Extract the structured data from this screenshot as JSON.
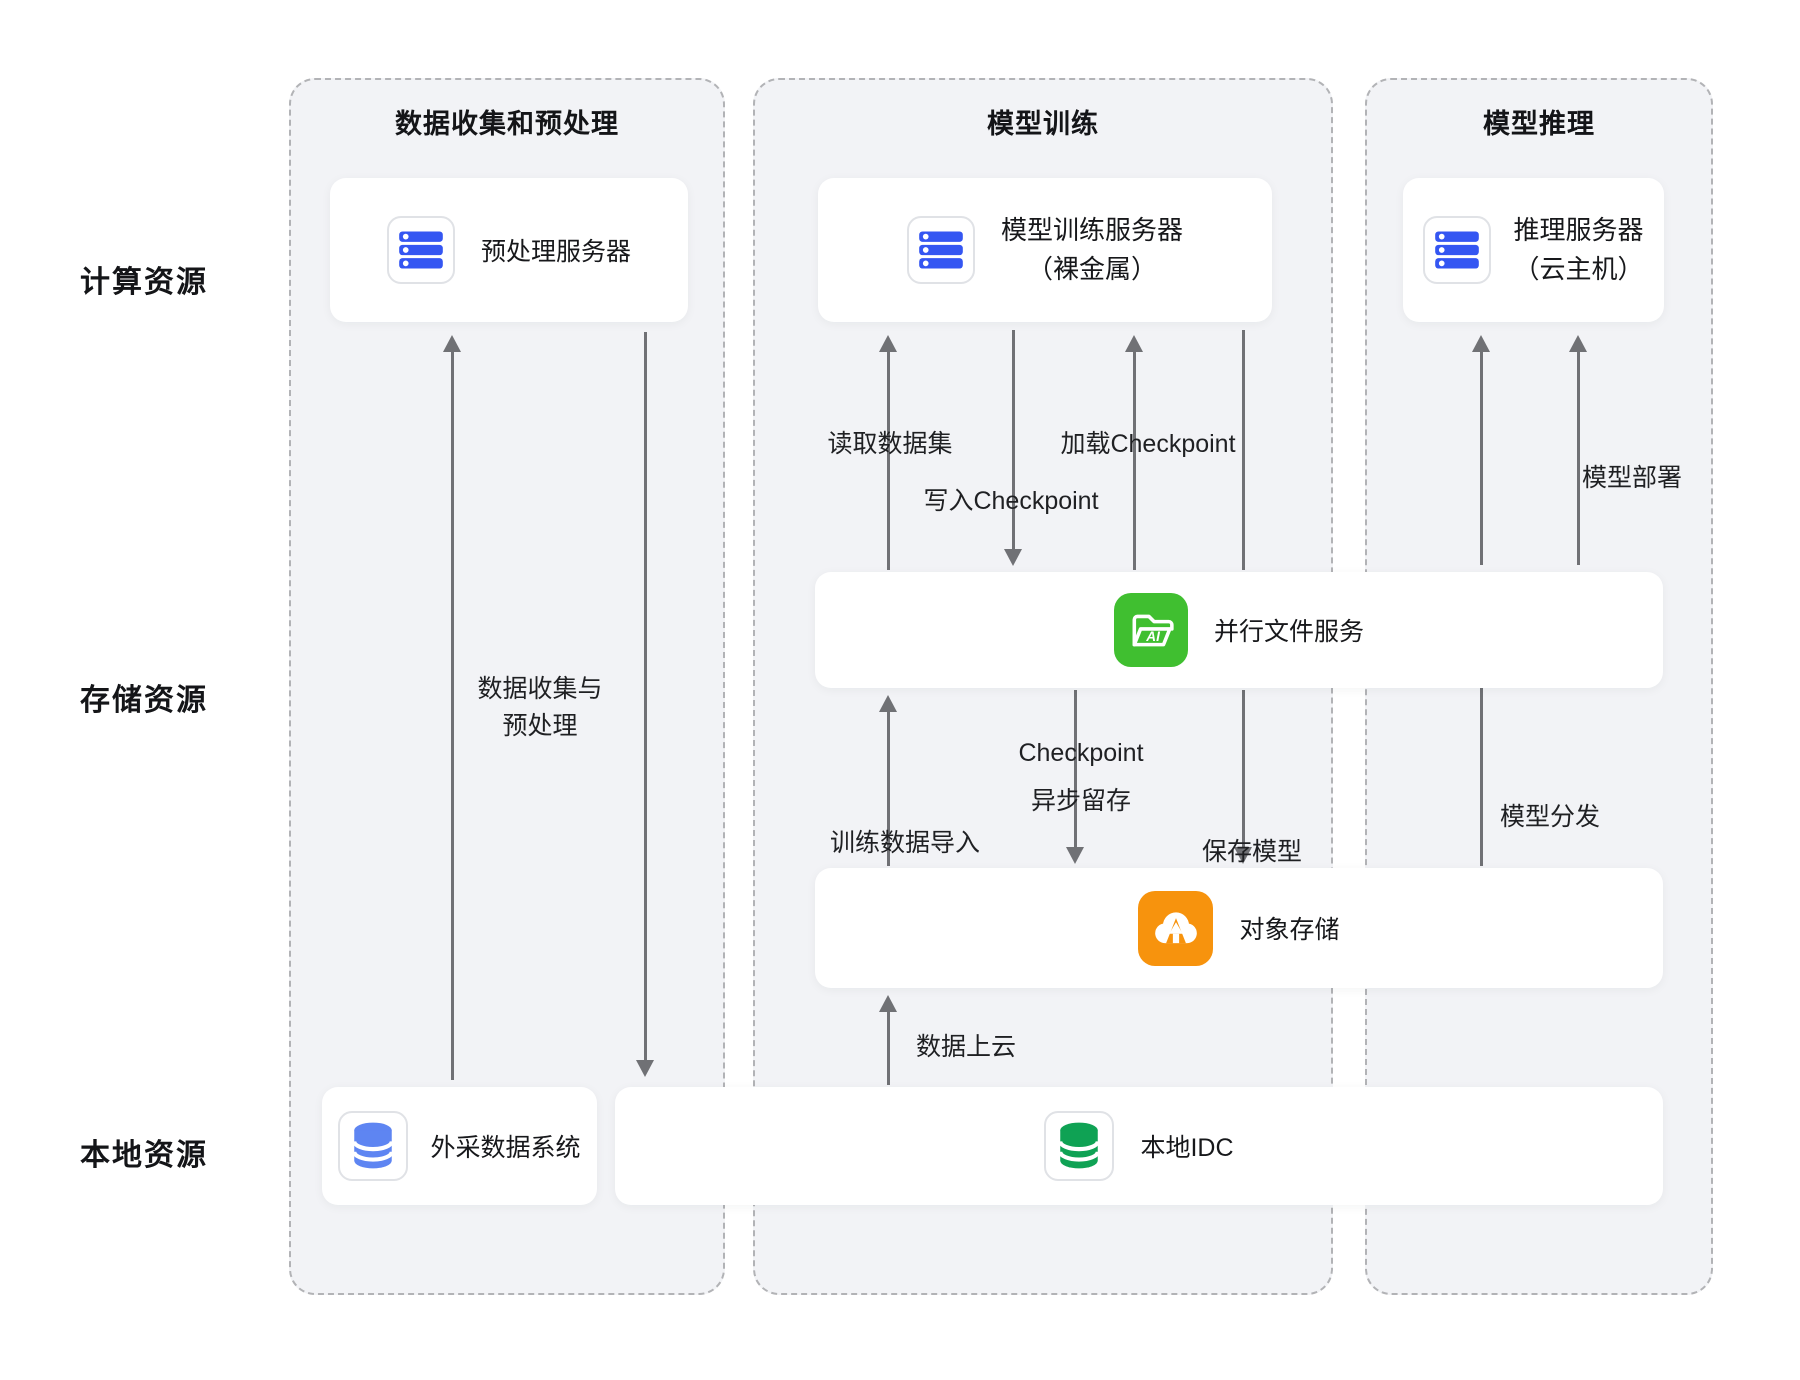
{
  "diagram": {
    "rows": [
      {
        "label": "计算资源"
      },
      {
        "label": "存储资源"
      },
      {
        "label": "本地资源"
      }
    ],
    "columns": [
      {
        "title": "数据收集和预处理"
      },
      {
        "title": "模型训练"
      },
      {
        "title": "模型推理"
      }
    ],
    "nodes": {
      "preprocess": {
        "label": "预处理服务器",
        "icon": "server-stack-icon"
      },
      "train": {
        "line1": "模型训练服务器",
        "line2": "（裸金属）",
        "icon": "server-stack-icon"
      },
      "inference": {
        "line1": "推理服务器",
        "line2": "（云主机）",
        "icon": "server-stack-icon"
      },
      "pfs": {
        "label": "并行文件服务",
        "icon": "ai-folder-icon",
        "icon_text": "AI"
      },
      "oss": {
        "label": "对象存储",
        "icon": "cloud-upload-icon"
      },
      "external": {
        "label": "外采数据系统",
        "icon": "database-icon-blue"
      },
      "idc": {
        "label": "本地IDC",
        "icon": "database-icon-green"
      }
    },
    "edges": {
      "read_dataset": "读取数据集",
      "write_checkpoint": "写入Checkpoint",
      "load_checkpoint": "加载Checkpoint",
      "collect_line1": "数据收集与",
      "collect_line2": "预处理",
      "train_import": "训练数据导入",
      "ckpt_async_line1": "Checkpoint",
      "ckpt_async_line2": "异步留存",
      "save_model": "保存模型",
      "data_upload": "数据上云",
      "model_deploy": "模型部署",
      "model_distribute": "模型分发"
    },
    "colors": {
      "column_bg": "#f2f3f6",
      "column_border": "#b2b3b6",
      "server_blue": "#3456f2",
      "db_blue": "#5e85f2",
      "db_green": "#0fa254",
      "pfs_green": "#40bf30",
      "oss_orange": "#f7930d",
      "arrow_gray": "#707175",
      "text": "#17181b"
    }
  }
}
